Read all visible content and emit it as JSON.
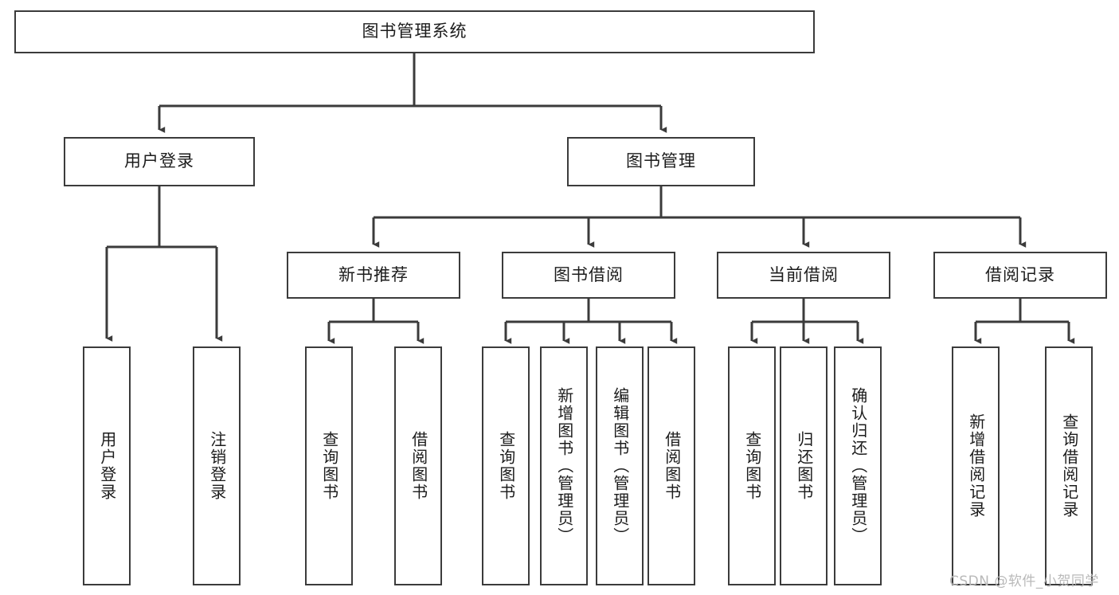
{
  "diagram": {
    "title": "图书管理系统",
    "type": "tree",
    "root": {
      "label": "图书管理系统"
    },
    "level2": [
      {
        "label": "用户登录"
      },
      {
        "label": "图书管理"
      }
    ],
    "level3": [
      {
        "label": "新书推荐"
      },
      {
        "label": "图书借阅"
      },
      {
        "label": "当前借阅"
      },
      {
        "label": "借阅记录"
      }
    ],
    "leaves": {
      "user_login": [
        {
          "label": "用户登录"
        },
        {
          "label": "注销登录"
        }
      ],
      "new_book": [
        {
          "label": "查询图书"
        },
        {
          "label": "借阅图书"
        }
      ],
      "book_borrow": [
        {
          "label": "查询图书"
        },
        {
          "label": "新增图书（管理员）"
        },
        {
          "label": "编辑图书（管理员）"
        },
        {
          "label": "借阅图书"
        }
      ],
      "current_borrow": [
        {
          "label": "查询图书"
        },
        {
          "label": "归还图书"
        },
        {
          "label": "确认归还（管理员）"
        }
      ],
      "borrow_record": [
        {
          "label": "新增借阅记录"
        },
        {
          "label": "查询借阅记录"
        }
      ]
    }
  },
  "watermark": {
    "text": "CSDN @软件_小贺同学"
  },
  "colors": {
    "background": "#ffffff",
    "box_border": "#3b3b3b",
    "text": "#1c1c1c",
    "connector": "#3b3b3b",
    "watermark": "#b9b9b9"
  }
}
